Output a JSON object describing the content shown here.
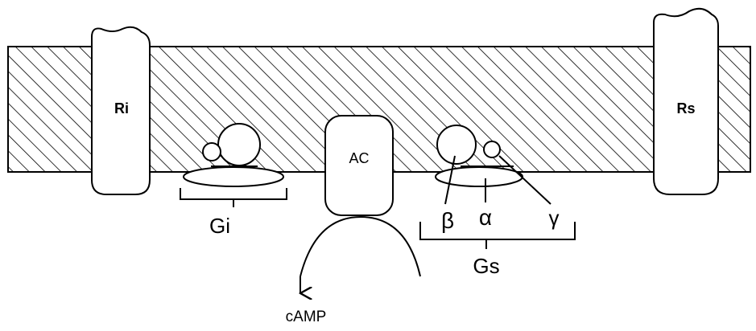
{
  "diagram": {
    "membrane": {
      "pattern": "diagonal-hatch"
    },
    "labels": {
      "receptor_inhibitory": "Ri",
      "receptor_stimulatory": "Rs",
      "adenylyl_cyclase": "AC",
      "g_inhibitory": "Gi",
      "g_stimulatory": "Gs",
      "beta": "β",
      "alpha": "α",
      "gamma": "γ",
      "product": "cAMP"
    }
  }
}
